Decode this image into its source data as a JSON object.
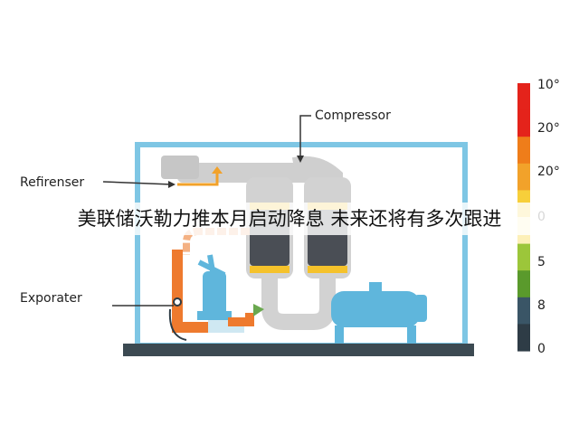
{
  "labels": {
    "compressor": "Compressor",
    "refrigerant": "Refirenser",
    "evaporator": "Exporater"
  },
  "banner": "美联储沃勒力推本月启动降息 未来还将有多次跟进",
  "scale": {
    "ticks": [
      "10°",
      "20°",
      "20°",
      "0",
      "5",
      "8",
      "0"
    ],
    "colors": [
      "#e4231b",
      "#e4231b",
      "#ef7d1a",
      "#f2a22a",
      "#f7cf3a",
      "#fdf0b8",
      "#9cc63a",
      "#5a9a2c",
      "#3a5566",
      "#2e3c46"
    ]
  },
  "colors": {
    "frame": "#7ec6e4",
    "pipe_gray": "#cfcfcf",
    "pipe_orange": "#ee7a2e",
    "motor": "#5fb6dc",
    "base": "#3c4a52",
    "coil_yellow": "#f5c22b",
    "hot_pipe": "#f4b183"
  }
}
